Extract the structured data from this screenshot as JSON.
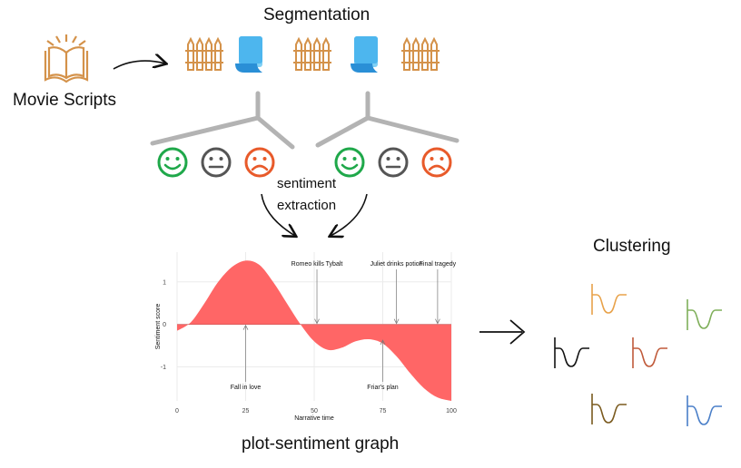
{
  "labels": {
    "segmentation": "Segmentation",
    "movie_scripts": "Movie Scripts",
    "sentiment_line1": "sentiment",
    "sentiment_line2": "extraction",
    "clustering": "Clustering",
    "plot_caption": "plot-sentiment graph"
  },
  "icons": {
    "book": "book-icon",
    "fence": "fence-icon",
    "script": "script-icon",
    "happy": "happy-face-icon",
    "neutral": "neutral-face-icon",
    "sad": "sad-face-icon"
  },
  "colors": {
    "book": "#D4924A",
    "fence": "#D4924A",
    "script": "#3AA6E6",
    "happy": "#1FA84A",
    "neutral": "#555555",
    "sad": "#E85A2A",
    "area": "#FF6666",
    "tree": "#B3B3B3",
    "clusters": [
      "#E8A24A",
      "#7FAF5A",
      "#111111",
      "#C05A3A",
      "#7A5A1E",
      "#4A7FC8"
    ]
  },
  "chart_data": {
    "type": "area",
    "title": "",
    "xlabel": "Narrative time",
    "ylabel": "Sentiment score",
    "xlim": [
      0,
      100
    ],
    "ylim": [
      -1.8,
      1.7
    ],
    "xticks": [
      0,
      25,
      50,
      75,
      100
    ],
    "yticks": [
      1,
      0,
      -1
    ],
    "grid": true,
    "x": [
      0,
      5,
      10,
      15,
      20,
      25,
      30,
      35,
      40,
      45,
      50,
      55,
      60,
      65,
      70,
      75,
      80,
      85,
      90,
      95,
      100
    ],
    "y": [
      -0.15,
      0.05,
      0.5,
      1.0,
      1.35,
      1.5,
      1.4,
      1.0,
      0.5,
      0.0,
      -0.4,
      -0.6,
      -0.55,
      -0.4,
      -0.35,
      -0.45,
      -0.75,
      -1.15,
      -1.5,
      -1.72,
      -1.8
    ],
    "annotations": [
      {
        "label": "Fall in love",
        "x": 25,
        "y": 0.0,
        "direction": "up"
      },
      {
        "label": "Romeo kills Tybalt",
        "x": 51,
        "y": 0.0,
        "direction": "down"
      },
      {
        "label": "Juliet drinks potion",
        "x": 80,
        "y": 0.0,
        "direction": "down"
      },
      {
        "label": "Final tragedy",
        "x": 95,
        "y": 0.0,
        "direction": "down"
      },
      {
        "label": "Friar's plan",
        "x": 75,
        "y": -0.35,
        "direction": "up"
      }
    ]
  }
}
